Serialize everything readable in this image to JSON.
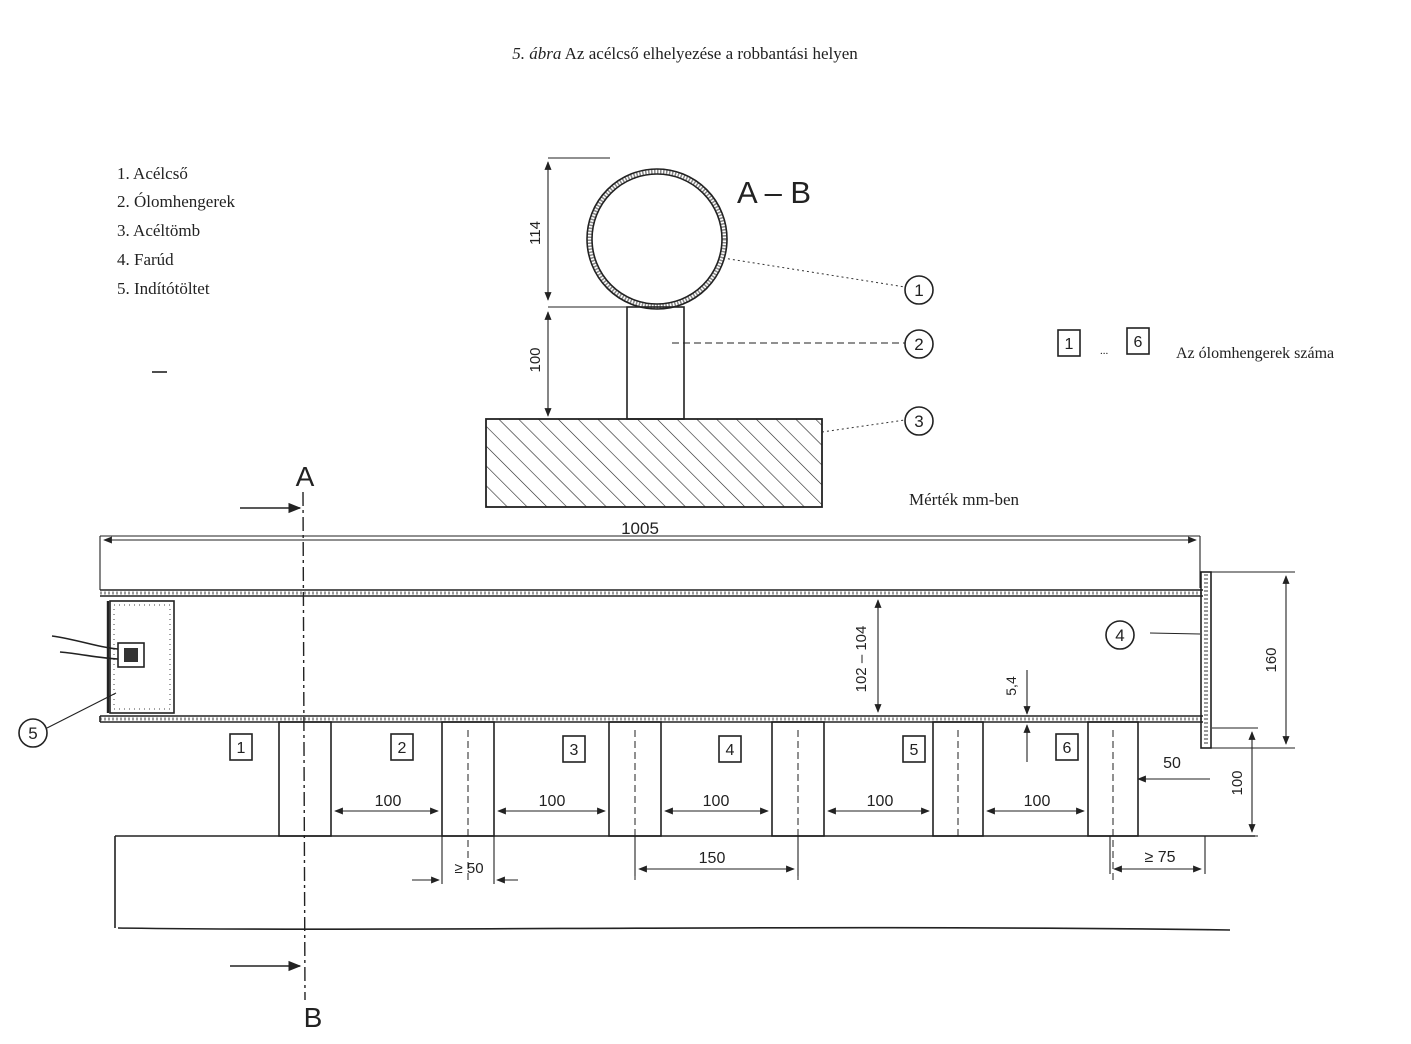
{
  "caption": {
    "prefix": "5. ábra",
    "text": "Az acélcső elhelyezése a robbantási helyen"
  },
  "legend": [
    "1. Acélcső",
    "2. Ólomhengerek",
    "3. Acéltömb",
    "4. Farúd",
    "5. Indítótöltet"
  ],
  "section_label": "A – B",
  "section_marks": {
    "top": "A",
    "bottom": "B"
  },
  "numbering_note": {
    "first": "1",
    "sep": "...",
    "last": "6",
    "text": "Az ólomhengerek száma"
  },
  "unit_note": "Mérték mm-ben",
  "callouts": {
    "c1": "1",
    "c2": "2",
    "c3": "3",
    "c4": "4",
    "c5": "5"
  },
  "cylinder_numbers": [
    "1",
    "2",
    "3",
    "4",
    "5",
    "6"
  ],
  "dimensions": {
    "d114": "114",
    "d100_top": "100",
    "d1005": "1005",
    "d102_104": "102 – 104",
    "d5_4": "5,4",
    "d160": "160",
    "d100_right": "100",
    "d50_right": "50",
    "d75": "≥ 75",
    "d150": "150",
    "d50_bottom": "≥ 50",
    "spacing": [
      "100",
      "100",
      "100",
      "100",
      "100"
    ]
  }
}
